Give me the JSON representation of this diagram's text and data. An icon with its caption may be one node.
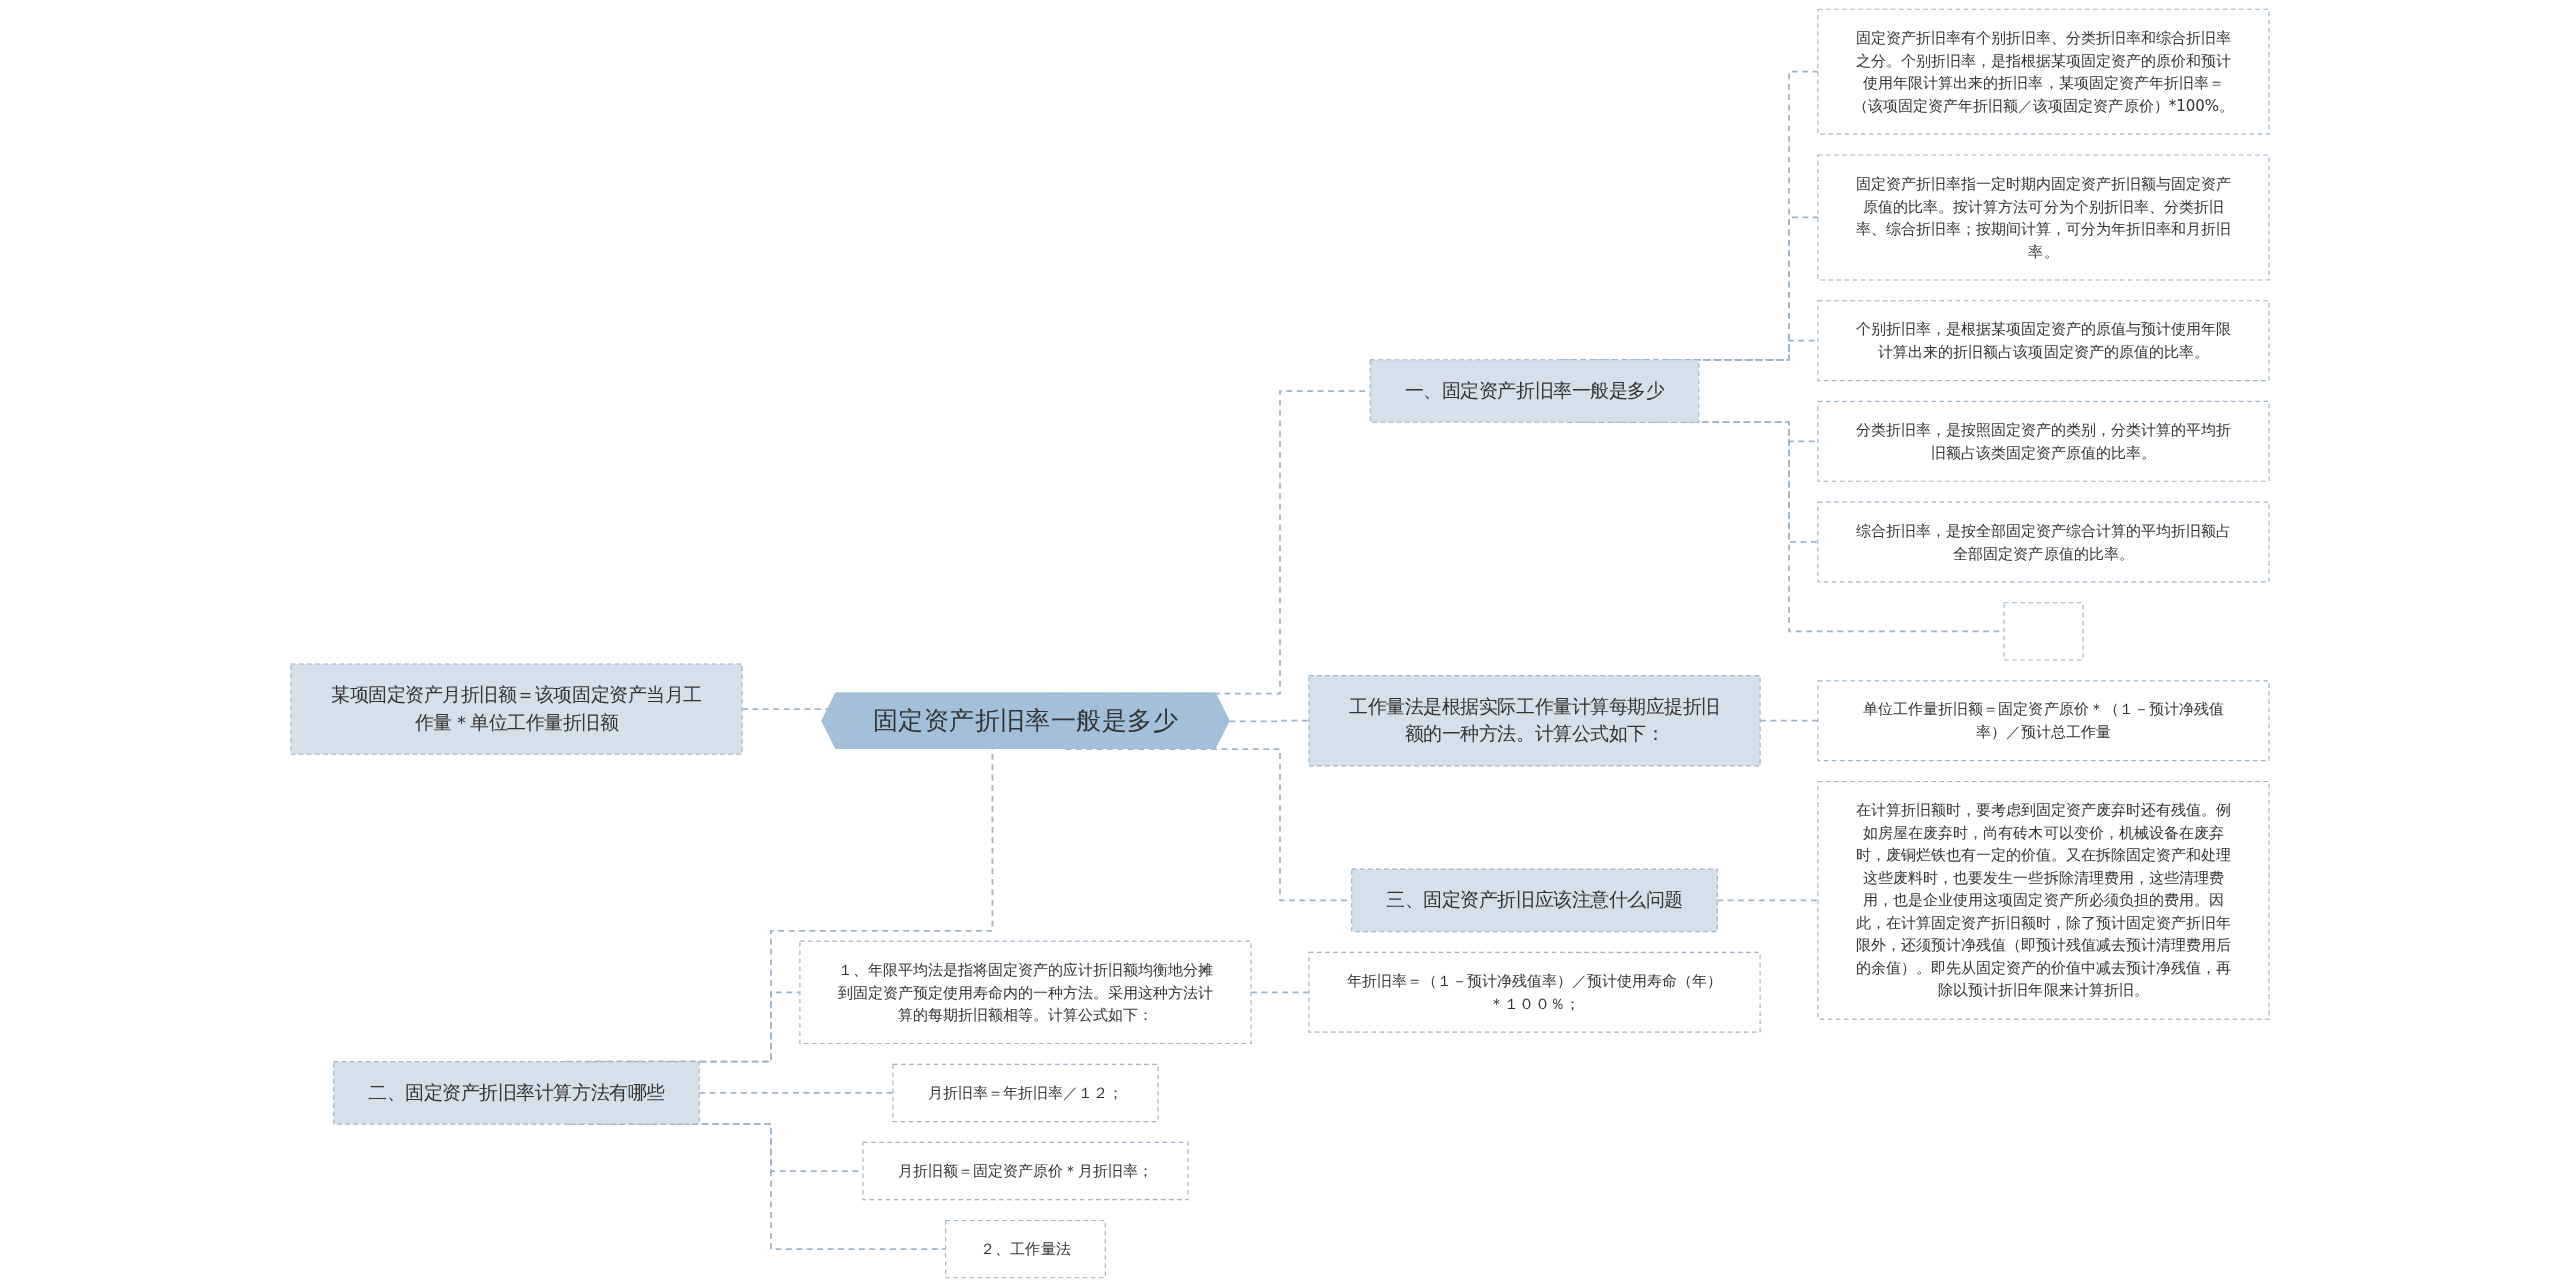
{
  "diagram": {
    "nodes": [
      {
        "text": [
          "固定资产折旧率一般是多少"
        ]
      },
      {
        "text": [
          "一、固定资产折旧率一般是多少"
        ]
      },
      {
        "text": [
          "固定资产折旧率有个别折旧率、分类折旧率和综合折旧率之分。个别折旧率，是指根据某项固定资产的原价和预计使用年限计算出来的折旧率，某项固定资产年折旧率＝（该项固定资产年折旧额／该项固定资产原价）*100%。"
        ]
      },
      {
        "text": [
          "固定资产折旧率指一定时期内固定资产折旧额与固定资产原值的比率。按计算方法可分为个别折旧率、分类折旧率、综合折旧率；按期间计算，可分为年折旧率和月折旧率。"
        ]
      },
      {
        "text": [
          "个别折旧率，是根据某项固定资产的原值与预计使用年限计算出来的折旧额占该项固定资产的原值的比率。"
        ]
      },
      {
        "text": [
          "分类折旧率，是按照固定资产的类别，分类计算的平均折旧额占该类固定资产原值的比率。"
        ]
      },
      {
        "text": [
          "综合折旧率，是按全部固定资产综合计算的平均折旧额占全部固定资产原值的比率。"
        ]
      },
      {
        "text": [],
        "shape": "box"
      },
      {
        "text": [
          "工作量法是根据实际工作量计算每期应提折旧额的一种方法。计算公式如下："
        ]
      },
      {
        "text": [
          "单位工作量折旧额＝固定资产原价＊（１－预计净残值率）／预计总工作量"
        ]
      },
      {
        "text": [
          "三、固定资产折旧应该注意什么问题"
        ]
      },
      {
        "text": [
          "在计算折旧额时，要考虑到固定资产废弃时还有残值。例如房屋在废弃时，尚有砖木可以变价，机械设备在废弃时，废铜烂铁也有一定的价值。又在拆除固定资产和处理这些废料时，也要发生一些拆除清理费用，这些清理费用，也是企业使用这项固定资产所必须负担的费用。因此，在计算固定资产折旧额时，除了预计固定资产折旧年限外，还须预计净残值（即预计残值减去预计清理费用后的余值）。即先从固定资产的价值中减去预计净残值，再除以预计折旧年限来计算折旧。"
        ]
      },
      {
        "text": [
          "二、固定资产折旧率计算方法有哪些"
        ]
      },
      {
        "text": [
          "１、年限平均法是指将固定资产的应计折旧额均衡地分摊到固定资产预定使用寿命内的一种方法。采用这种方法计算的每期折旧额相等。计算公式如下："
        ]
      },
      {
        "text": [
          "月折旧率＝年折旧率／１２；"
        ]
      },
      {
        "text": [
          "月折旧额＝固定资产原价＊月折旧率；"
        ]
      },
      {
        "text": [
          "２、工作量法"
        ]
      },
      {
        "text": [
          "年折旧率＝（１－预计净残值率）／预计使用寿命（年）＊１００％；"
        ]
      },
      {
        "text": [
          "某项固定资产月折旧额＝该项固定资产当月工作量＊单位工作量折旧额"
        ]
      }
    ],
    "edges": [
      {
        "from": 0,
        "to": 1,
        "arrow": "none",
        "style": "dashed"
      },
      {
        "from": 1,
        "to": 2,
        "arrow": "none",
        "style": "dashed"
      },
      {
        "from": 1,
        "to": 3,
        "arrow": "none",
        "style": "dashed"
      },
      {
        "from": 1,
        "to": 4,
        "arrow": "none",
        "style": "dashed"
      },
      {
        "from": 1,
        "to": 5,
        "arrow": "none",
        "style": "dashed"
      },
      {
        "from": 1,
        "to": 6,
        "arrow": "none",
        "style": "dashed"
      },
      {
        "from": 1,
        "to": 7,
        "arrow": "none",
        "style": "dashed"
      },
      {
        "from": 0,
        "to": 8,
        "arrow": "none",
        "style": "dashed"
      },
      {
        "from": 8,
        "to": 9,
        "arrow": "none",
        "style": "dashed"
      },
      {
        "from": 0,
        "to": 10,
        "arrow": "none",
        "style": "dashed"
      },
      {
        "from": 10,
        "to": 11,
        "arrow": "none",
        "style": "dashed"
      },
      {
        "from": 0,
        "to": 12,
        "arrow": "none",
        "style": "dashed"
      },
      {
        "from": 12,
        "to": 13,
        "arrow": "none",
        "style": "dashed"
      },
      {
        "from": 12,
        "to": 14,
        "arrow": "none",
        "style": "dashed"
      },
      {
        "from": 12,
        "to": 15,
        "arrow": "none",
        "style": "dashed"
      },
      {
        "from": 12,
        "to": 16,
        "arrow": "none",
        "style": "dashed"
      },
      {
        "from": 13,
        "to": 17,
        "arrow": "none",
        "style": "dashed"
      },
      {
        "from": 0,
        "to": 18,
        "arrow": "none",
        "style": "dashed"
      }
    ]
  }
}
